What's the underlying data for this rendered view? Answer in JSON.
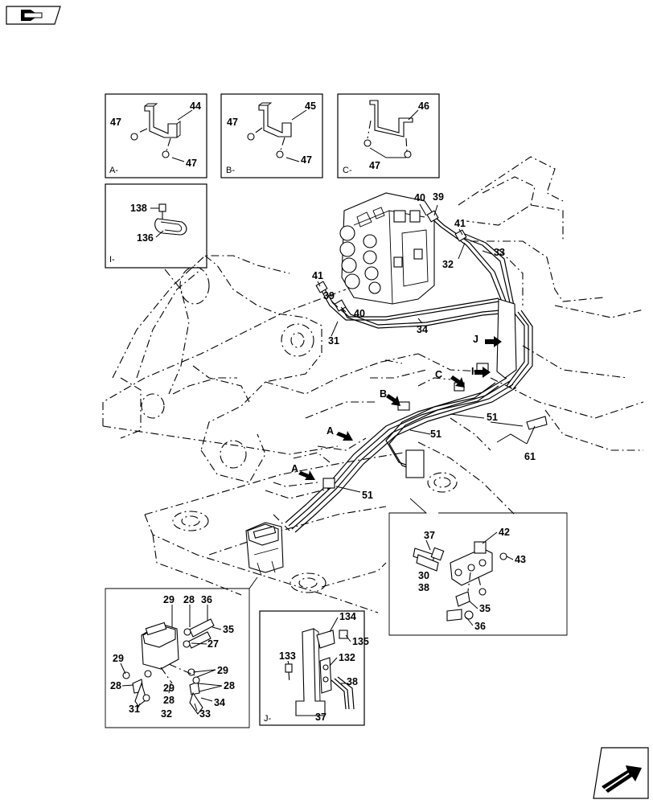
{
  "views": {
    "a": "A-",
    "b": "B-",
    "c": "C-",
    "i": "I-",
    "j": "J-"
  },
  "arrows": {
    "a": "A",
    "b": "B",
    "c": "C",
    "i": "I",
    "j": "J"
  },
  "callouts": {
    "a_44": "44",
    "a_47_top": "47",
    "a_47_bot": "47",
    "b_45": "45",
    "b_47_top": "47",
    "b_47_bot": "47",
    "c_46": "46",
    "c_47": "47",
    "i_138": "138",
    "i_136": "136",
    "m_40_top": "40",
    "m_39_top": "39",
    "m_41_right": "41",
    "m_33": "33",
    "m_32": "32",
    "m_41_left": "41",
    "m_39_left": "39",
    "m_40_left": "40",
    "m_34": "34",
    "m_31": "31",
    "m_51_right": "51",
    "m_51_mid": "51",
    "m_51_low": "51",
    "m_61": "61",
    "d_37": "37",
    "d_42": "42",
    "d_43": "43",
    "d_30": "30",
    "d_38": "38",
    "d_35": "35",
    "d_36": "36",
    "l_29a": "29",
    "l_28a": "28",
    "l_36": "36",
    "l_35": "35",
    "l_27": "27",
    "l_29b": "29",
    "l_29c": "29",
    "l_28b": "28",
    "l_29d": "29",
    "l_28c": "28",
    "l_28d": "28",
    "l_31": "31",
    "l_32": "32",
    "l_33": "33",
    "l_34": "34",
    "j_134": "134",
    "j_135": "135",
    "j_133": "133",
    "j_132": "132",
    "j_38": "38",
    "j_37": "37"
  }
}
